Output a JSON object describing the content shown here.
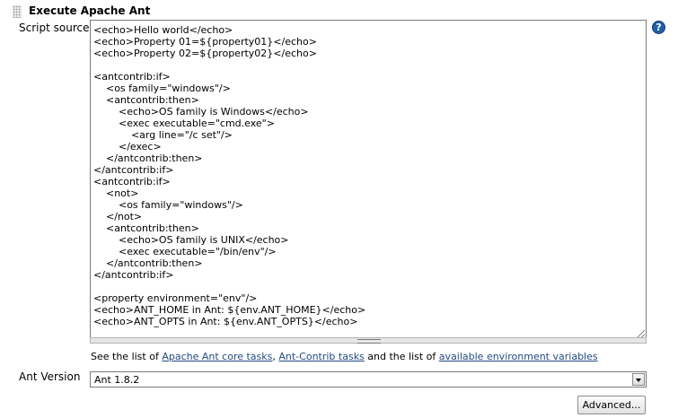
{
  "section": {
    "title": "Execute Apache Ant"
  },
  "script_source": {
    "label": "Script source",
    "lines": [
      "<echo>Hello world</echo>",
      "<echo>Property 01=${property01}</echo>",
      "<echo>Property 02=${property02}</echo>",
      "",
      "<antcontrib:if>",
      "    <os family=\"windows\"/>",
      "    <antcontrib:then>",
      "        <echo>OS family is Windows</echo>",
      "        <exec executable=\"cmd.exe\">",
      "            <arg line=\"/c set\"/>",
      "        </exec>",
      "    </antcontrib:then>",
      "</antcontrib:if>",
      "<antcontrib:if>",
      "    <not>",
      "        <os family=\"windows\"/>",
      "    </not>",
      "    <antcontrib:then>",
      "        <echo>OS family is UNIX</echo>",
      "        <exec executable=\"/bin/env\"/>",
      "    </antcontrib:then>",
      "</antcontrib:if>",
      "",
      "<property environment=\"env\"/>",
      "<echo>ANT_HOME in Ant: ${env.ANT_HOME}</echo>",
      "<echo>ANT_OPTS in Ant: ${env.ANT_OPTS}</echo>"
    ]
  },
  "help_line": {
    "prefix": "See the list of ",
    "link1": "Apache Ant core tasks",
    "sep": ", ",
    "link2": "Ant-Contrib tasks",
    "middle": " and the list of ",
    "link3": "available environment variables"
  },
  "ant_version": {
    "label": "Ant Version",
    "selected": "Ant 1.8.2"
  },
  "buttons": {
    "advanced": "Advanced...",
    "help": "?"
  },
  "icons": {
    "drag": "drag-handle-icon",
    "help": "help-icon",
    "dropdown": "chevron-down-icon",
    "resize": "resize-icon"
  }
}
